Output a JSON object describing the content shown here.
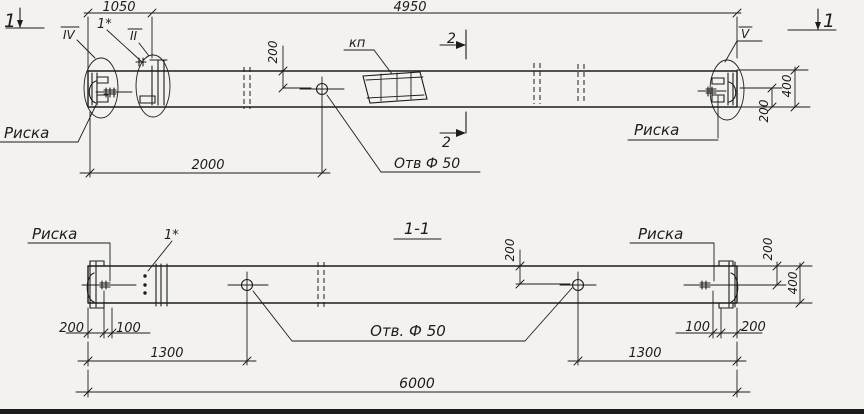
{
  "meta": {
    "paper_color": "#f3f2ee",
    "ink_color": "#1c1c1c",
    "drawing_type": "structural steel element, elevation and section 1-1"
  },
  "top": {
    "cut1_left": "1",
    "cut1_right": "1",
    "dim_1050": "1050",
    "dim_4950": "4950",
    "detail_iv": "IV",
    "detail_ii": "II",
    "detail_v": "V",
    "note_1star": "1*",
    "plate_kp": "кп",
    "cut2_top": "2",
    "cut2_bottom": "2",
    "dim_200_hole": "200",
    "dim_2000": "2000",
    "hole_note": "Отв Ф 50",
    "riska_left": "Риска",
    "riska_right": "Риска",
    "dim_200_end": "200",
    "dim_400_end": "400"
  },
  "section": {
    "title": "1-1",
    "note_1star": "1*",
    "riska_left": "Риска",
    "riska_right": "Риска",
    "dim_200_hole": "200",
    "hole_note": "Отв. Ф 50",
    "dim_200_end": "200",
    "dim_400_end": "400",
    "dim_left_200": "200",
    "dim_left_100": "100",
    "dim_right_100": "100",
    "dim_right_200": "200",
    "dim_1300_left": "1300",
    "dim_1300_right": "1300",
    "dim_6000": "6000"
  }
}
